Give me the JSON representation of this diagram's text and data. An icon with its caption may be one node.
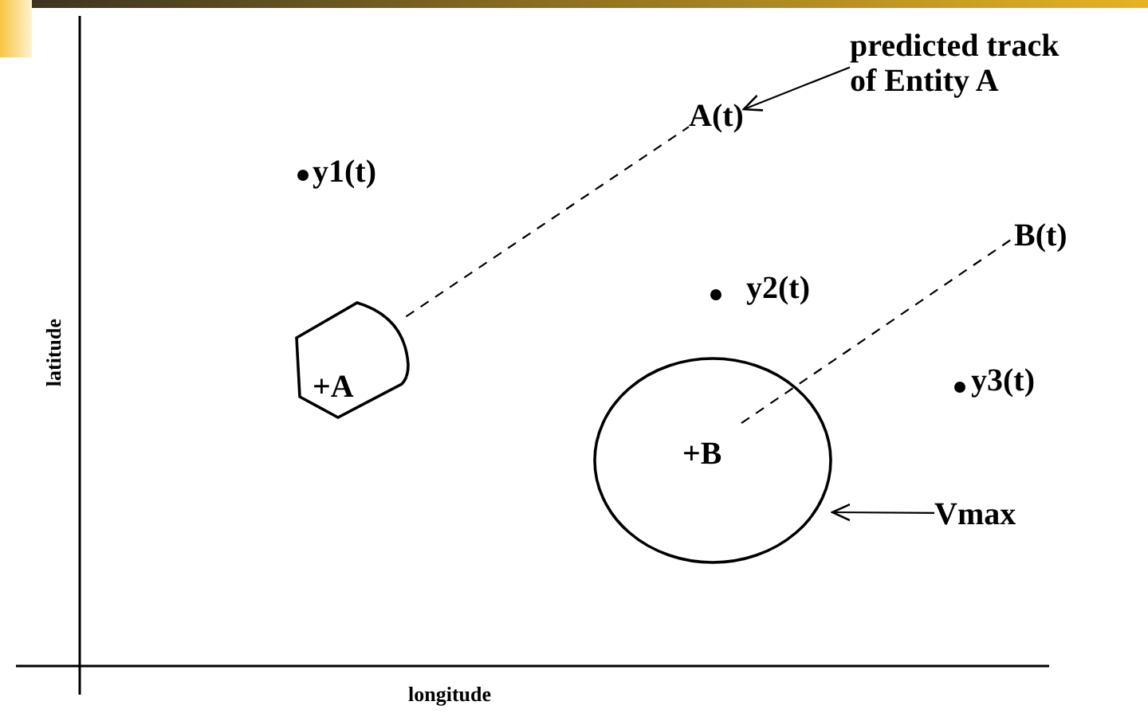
{
  "diagram": {
    "nodes": [
      {
        "text": [
          "+A"
        ]
      },
      {
        "text": [
          "A(t)"
        ]
      },
      {
        "text": [
          "predicted track of Entity A"
        ]
      },
      {
        "text": [
          "+B"
        ]
      },
      {
        "text": [
          "B(t)"
        ]
      },
      {
        "text": [
          "Vmax"
        ]
      }
    ],
    "edges": [
      {
        "from": 0,
        "to": 1,
        "arrow": "none",
        "style": "dashed"
      },
      {
        "from": 2,
        "to": 1,
        "arrow": "to"
      },
      {
        "from": 3,
        "to": 4,
        "arrow": "none",
        "style": "dashed"
      },
      {
        "from": 5,
        "to": 3,
        "arrow": "to"
      }
    ],
    "labels": [
      "y1(t)",
      "y2(t)",
      "y3(t)",
      "latitude",
      "longitude"
    ]
  }
}
